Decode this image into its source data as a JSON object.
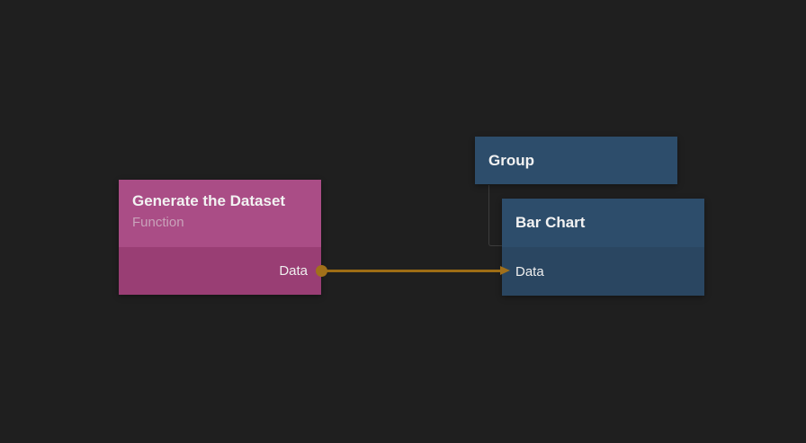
{
  "app": {
    "name": "node-flow-editor",
    "background_color": "#1f1f1f"
  },
  "colors": {
    "function_node_header": "#aa4d86",
    "function_node_body": "#993e74",
    "group_node": "#2d4d6b",
    "chart_node_header": "#2d4d6b",
    "chart_node_body": "#2a4661",
    "edge_wire": "#9e6d15",
    "port_dot": "#a1701a",
    "tree_connector": "#3d3d3d",
    "title_text": "#f2f2f2",
    "subtitle_text": "#c9a2ba"
  },
  "nodes": [
    {
      "id": "generate-dataset",
      "title": "Generate the Dataset",
      "subtitle": "Function",
      "outputs": [
        {
          "label": "Data"
        }
      ]
    },
    {
      "id": "group",
      "title": "Group"
    },
    {
      "id": "bar-chart",
      "title": "Bar Chart",
      "parent": "Group",
      "inputs": [
        {
          "label": "Data"
        }
      ]
    }
  ],
  "edges": [
    {
      "from_node": "Generate the Dataset",
      "from_port": "Data",
      "to_node": "Bar Chart",
      "to_port": "Data"
    }
  ]
}
